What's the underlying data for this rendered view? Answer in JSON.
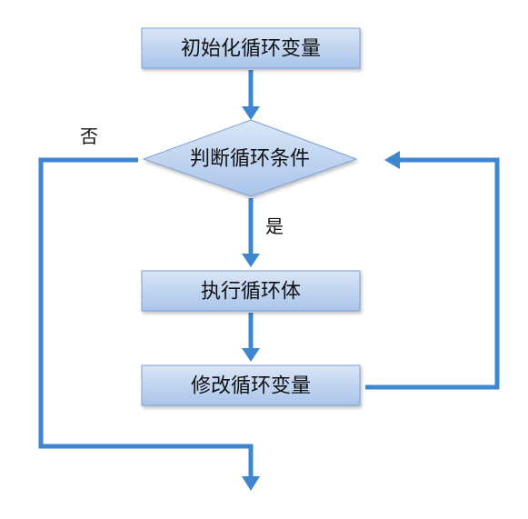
{
  "nodes": {
    "init": {
      "label": "初始化循环变量",
      "shape": "rectangle"
    },
    "condition": {
      "label": "判断循环条件",
      "shape": "diamond"
    },
    "body": {
      "label": "执行循环体",
      "shape": "rectangle"
    },
    "update": {
      "label": "修改循环变量",
      "shape": "rectangle"
    }
  },
  "edges": {
    "no_label": "否",
    "yes_label": "是"
  },
  "colors": {
    "node_fill_top": "#d9e6f7",
    "node_fill_bottom": "#a9c4ea",
    "node_border": "#7fa3d6",
    "connector": "#3e86d0",
    "text": "#111111"
  }
}
